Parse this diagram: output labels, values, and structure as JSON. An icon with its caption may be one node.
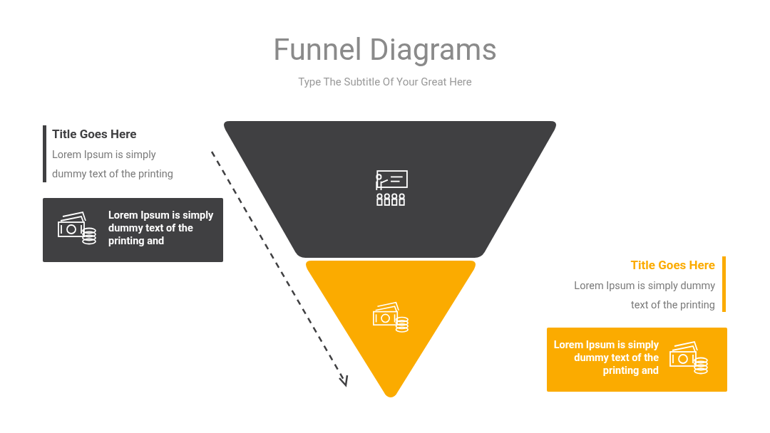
{
  "diagram": {
    "title": "Funnel Diagrams",
    "nodes": [
      {
        "text": [
          "Title Goes Here",
          "Lorem Ipsum is simply dummy text of the printing"
        ]
      },
      {
        "text": [
          "Lorem Ipsum is simply dummy text of the printing and"
        ]
      },
      {
        "text": [],
        "shape": "trapezoid"
      },
      {
        "text": [],
        "shape": "triangle"
      },
      {
        "text": [
          "Title Goes Here",
          "Lorem Ipsum is simply dummy text of the printing"
        ]
      },
      {
        "text": [
          "Lorem Ipsum is simply dummy text of the printing and"
        ]
      }
    ],
    "labels": [
      "Type The Subtitle Of Your Great Here"
    ]
  }
}
